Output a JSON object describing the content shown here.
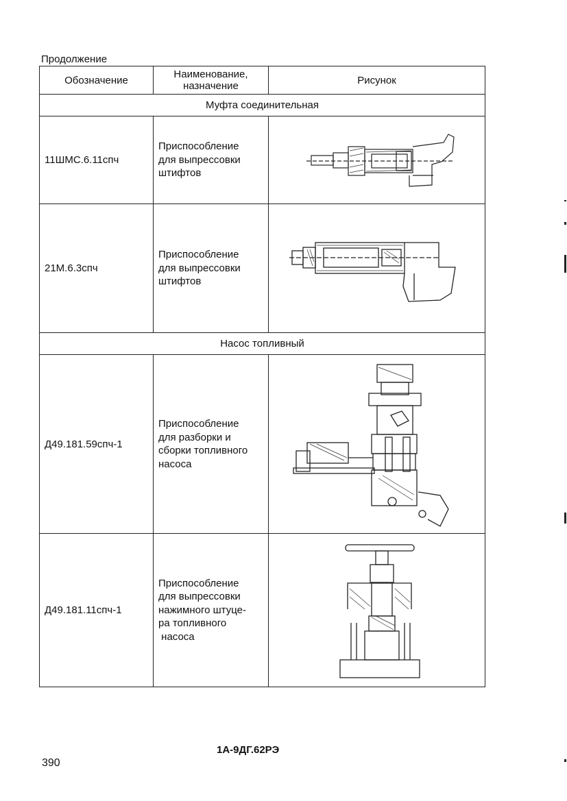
{
  "caption": "Продолжение",
  "table": {
    "headers": {
      "designation": "Обозначение",
      "name_line1": "Наименование,",
      "name_line2": "назначение",
      "figure": "Рисунок"
    },
    "sections": [
      {
        "title": "Муфта соединительная",
        "rows": [
          {
            "code": "11ШМС.6.11спч",
            "name": [
              "Приспособление",
              "для выпрессовки",
              "штифтов"
            ]
          },
          {
            "code": "21М.6.3спч",
            "name": [
              "Приспособление",
              "для выпрессовки",
              "штифтов"
            ]
          }
        ]
      },
      {
        "title": "Насос топливный",
        "rows": [
          {
            "code": "Д49.181.59спч-1",
            "name": [
              "Приспособление",
              "для разборки и",
              "сборки топливного",
              "насоса"
            ]
          },
          {
            "code": "Д49.181.11спч-1",
            "name": [
              "Приспособление",
              "для выпрессовки",
              "нажимного штуце-",
              "ра топливного",
              " насоса"
            ]
          }
        ]
      }
    ]
  },
  "footer": {
    "doc_id": "1А-9ДГ.62РЭ",
    "page_number": "390"
  }
}
